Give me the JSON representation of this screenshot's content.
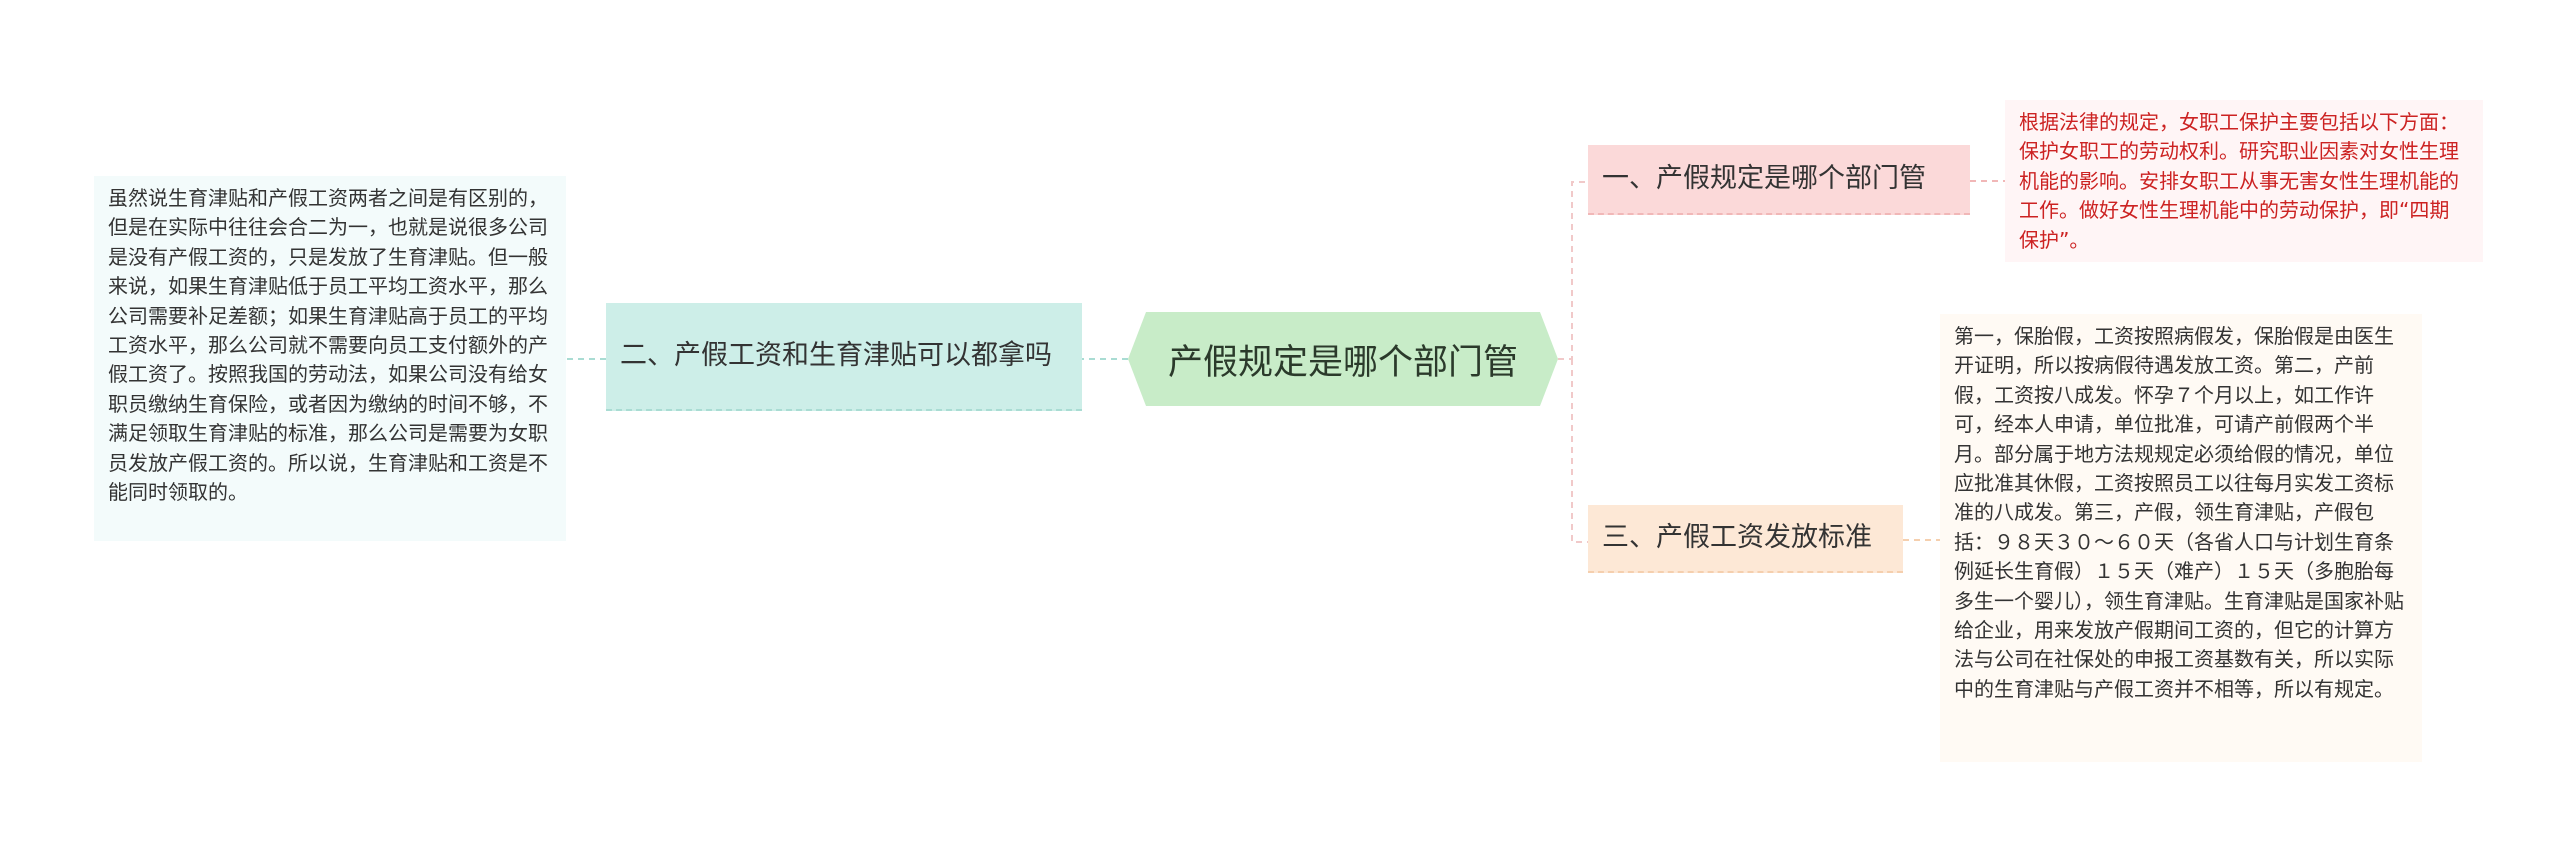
{
  "colors": {
    "center_fill": "#c8ecc8",
    "left_branch_fill": "#cdeee8",
    "branch1_fill": "#fbd9d9",
    "branch3_fill": "#fde8d6",
    "branch1_leaf_text": "#cc2222"
  },
  "center": {
    "title": "产假规定是哪个部门管"
  },
  "left_branch": {
    "label": "二、产假工资和生育津贴可以都拿吗",
    "leaf": "虽然说生育津贴和产假工资两者之间是有区别的，但是在实际中往往会合二为一，也就是说很多公司是没有产假工资的，只是发放了生育津贴。但一般来说，如果生育津贴低于员工平均工资水平，那么公司需要补足差额；如果生育津贴高于员工的平均工资水平，那么公司就不需要向员工支付额外的产假工资了。按照我国的劳动法，如果公司没有给女职员缴纳生育保险，或者因为缴纳的时间不够，不满足领取生育津贴的标准，那么公司是需要为女职员发放产假工资的。所以说，生育津贴和工资是不能同时领取的。"
  },
  "right_branches": [
    {
      "label": "一、产假规定是哪个部门管",
      "leaf": "根据法律的规定，女职工保护主要包括以下方面：保护女职工的劳动权利。研究职业因素对女性生理机能的影响。安排女职工从事无害女性生理机能的工作。做好女性生理机能中的劳动保护，即“四期保护”。"
    },
    {
      "label": "三、产假工资发放标准",
      "leaf": "第一，保胎假，工资按照病假发，保胎假是由医生开证明，所以按病假待遇发放工资。第二，产前假，工资按八成发。怀孕７个月以上，如工作许可，经本人申请，单位批准，可请产前假两个半月。部分属于地方法规规定必须给假的情况，单位应批准其休假，工资按照员工以往每月实发工资标准的八成发。第三，产假，领生育津贴，产假包括：９８天３０～６０天（各省人口与计划生育条例延长生育假）１５天（难产）１５天（多胞胎每多生一个婴儿），领生育津贴。生育津贴是国家补贴给企业，用来发放产假期间工资的，但它的计算方法与公司在社保处的申报工资基数有关，所以实际中的生育津贴与产假工资并不相等，所以有规定。"
    }
  ]
}
